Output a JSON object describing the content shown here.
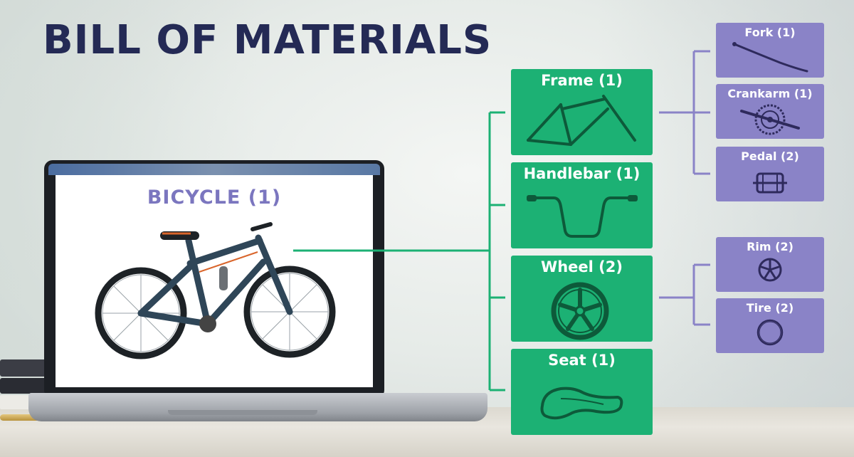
{
  "title": "BILL OF MATERIALS",
  "root": {
    "label": "BICYCLE (1)"
  },
  "components": [
    {
      "label": "Frame (1)",
      "icon": "frame-icon"
    },
    {
      "label": "Handlebar (1)",
      "icon": "handlebar-icon"
    },
    {
      "label": "Wheel (2)",
      "icon": "wheel-icon"
    },
    {
      "label": "Seat (1)",
      "icon": "seat-icon"
    }
  ],
  "frame_parts": [
    {
      "label": "Fork (1)",
      "icon": "fork-icon"
    },
    {
      "label": "Crankarm (1)",
      "icon": "crankarm-icon"
    },
    {
      "label": "Pedal (2)",
      "icon": "pedal-icon"
    }
  ],
  "wheel_parts": [
    {
      "label": "Rim (2)",
      "icon": "rim-icon"
    },
    {
      "label": "Tire (2)",
      "icon": "tire-icon"
    }
  ],
  "colors": {
    "title": "#242a55",
    "component_box": "#1cb174",
    "part_box": "#8a83c7",
    "connector_green": "#1cb174",
    "connector_purple": "#8a83c7"
  }
}
